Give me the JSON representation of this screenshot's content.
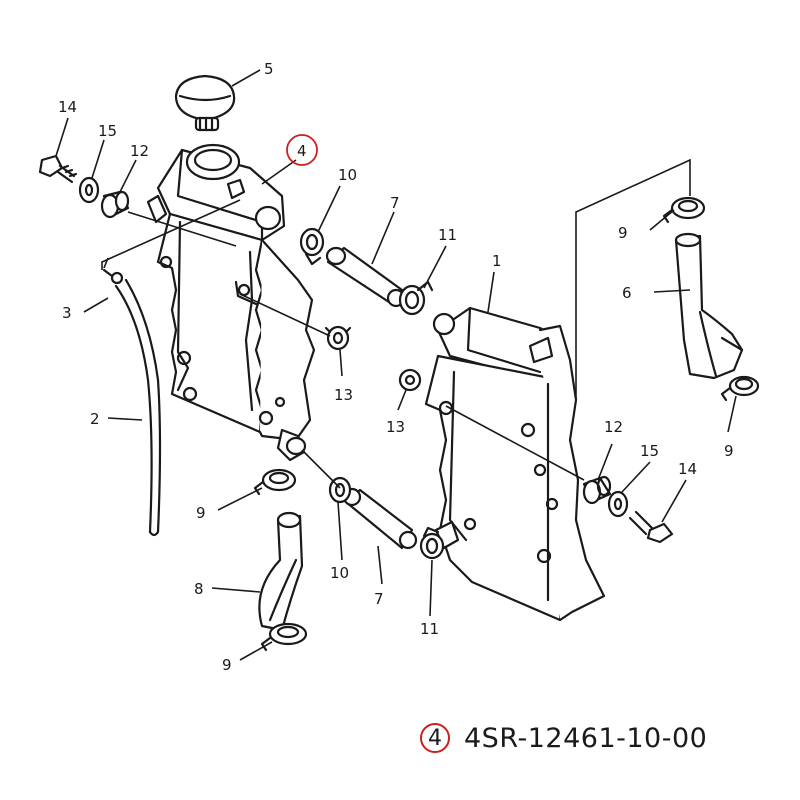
{
  "highlight_color": "#cc1f1f",
  "callouts": [
    {
      "id": "c5",
      "label": "5"
    },
    {
      "id": "c14a",
      "label": "14"
    },
    {
      "id": "c15a",
      "label": "15"
    },
    {
      "id": "c12a",
      "label": "12"
    },
    {
      "id": "c4",
      "label": "4",
      "highlighted": true
    },
    {
      "id": "c10a",
      "label": "10"
    },
    {
      "id": "c7a",
      "label": "7"
    },
    {
      "id": "c11a",
      "label": "11"
    },
    {
      "id": "c1",
      "label": "1"
    },
    {
      "id": "c9a",
      "label": "9"
    },
    {
      "id": "c6",
      "label": "6"
    },
    {
      "id": "c3",
      "label": "3"
    },
    {
      "id": "c13a",
      "label": "13"
    },
    {
      "id": "c13b",
      "label": "13"
    },
    {
      "id": "c2",
      "label": "2"
    },
    {
      "id": "c9b",
      "label": "9"
    },
    {
      "id": "c12b",
      "label": "12"
    },
    {
      "id": "c15b",
      "label": "15"
    },
    {
      "id": "c14b",
      "label": "14"
    },
    {
      "id": "c9c",
      "label": "9"
    },
    {
      "id": "c10b",
      "label": "10"
    },
    {
      "id": "c7b",
      "label": "7"
    },
    {
      "id": "c8",
      "label": "8"
    },
    {
      "id": "c11b",
      "label": "11"
    },
    {
      "id": "c9d",
      "label": "9"
    }
  ],
  "part_number": {
    "ref": "4",
    "code": "4SR-12461-10-00"
  }
}
